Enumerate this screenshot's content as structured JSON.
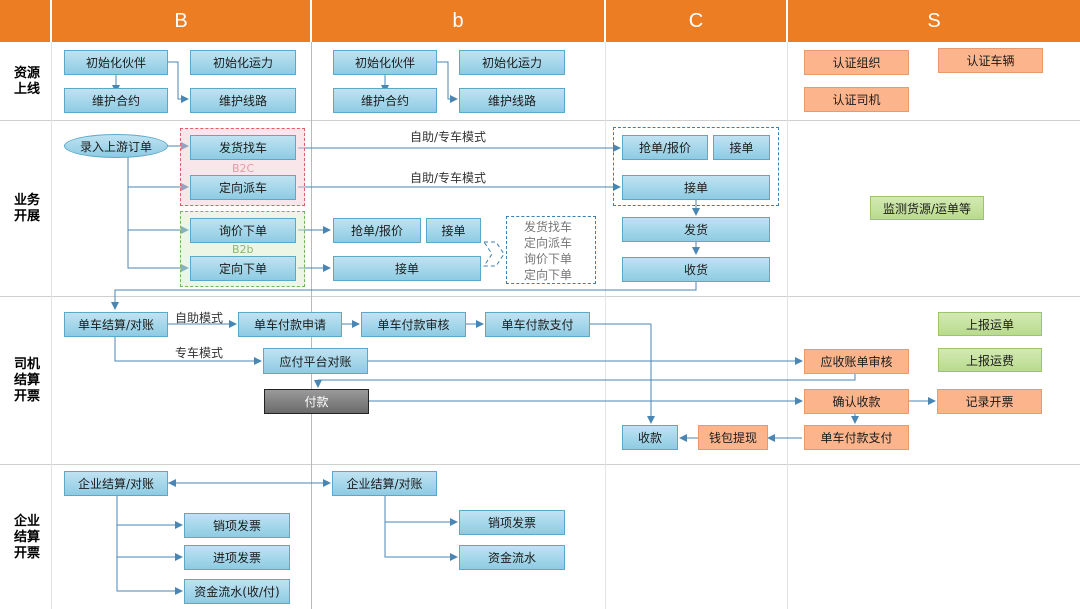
{
  "headers": [
    "B",
    "b",
    "C",
    "S"
  ],
  "row_labels": [
    "资源上线",
    "业务开展",
    "司机结算开票",
    "企业结算开票"
  ],
  "resource": {
    "b_partner": "初始化伙伴",
    "b_capacity": "初始化运力",
    "b_contract": "维护合约",
    "b_route": "维护线路",
    "sb_partner": "初始化伙伴",
    "sb_capacity": "初始化运力",
    "sb_contract": "维护合约",
    "sb_route": "维护线路",
    "s_org": "认证组织",
    "s_vehicle": "认证车辆",
    "s_driver": "认证司机"
  },
  "business": {
    "upstream": "录入上游订单",
    "ship_find": "发货找车",
    "directed_dispatch": "定向派车",
    "b2c": "B2C",
    "inquiry": "询价下单",
    "directed_order": "定向下单",
    "b2b": "B2b",
    "grab_quote_b": "抢单/报价",
    "accept_b1": "接单",
    "accept_b2": "接单",
    "list": [
      "发货找车",
      "定向派车",
      "询价下单",
      "定向下单"
    ],
    "mode1": "自助/专车模式",
    "mode2": "自助/专车模式",
    "grab_quote_c": "抢单/报价",
    "accept_c1": "接单",
    "accept_c2": "接单",
    "ship": "发货",
    "receive": "收货",
    "monitor": "监测货源/运单等"
  },
  "driver": {
    "settle": "单车结算/对账",
    "self_mode": "自助模式",
    "pay_apply": "单车付款申请",
    "pay_review": "单车付款审核",
    "pay_pay": "单车付款支付",
    "special_mode": "专车模式",
    "platform_recon": "应付平台对账",
    "payment": "付款",
    "recv_review": "应收账单审核",
    "confirm_recv": "确认收款",
    "record_invoice": "记录开票",
    "report_waybill": "上报运单",
    "report_freight": "上报运费",
    "collect": "收款",
    "wallet": "钱包提现",
    "s_pay": "单车付款支付"
  },
  "enterprise": {
    "b_settle": "企业结算/对账",
    "b_sales": "销项发票",
    "b_input": "进项发票",
    "b_flow": "资金流水(收/付)",
    "sb_settle": "企业结算/对账",
    "sb_sales": "销项发票",
    "sb_flow": "资金流水"
  },
  "colors": {
    "header": "#ec7d22",
    "blue_box": "#a8d7ea",
    "orange_box": "#fbb48c",
    "green_box": "#c4e09c",
    "b2c_dash": "#e0606a",
    "b2b_dash": "#6fb65c",
    "c_dash": "#3b7fb5"
  }
}
